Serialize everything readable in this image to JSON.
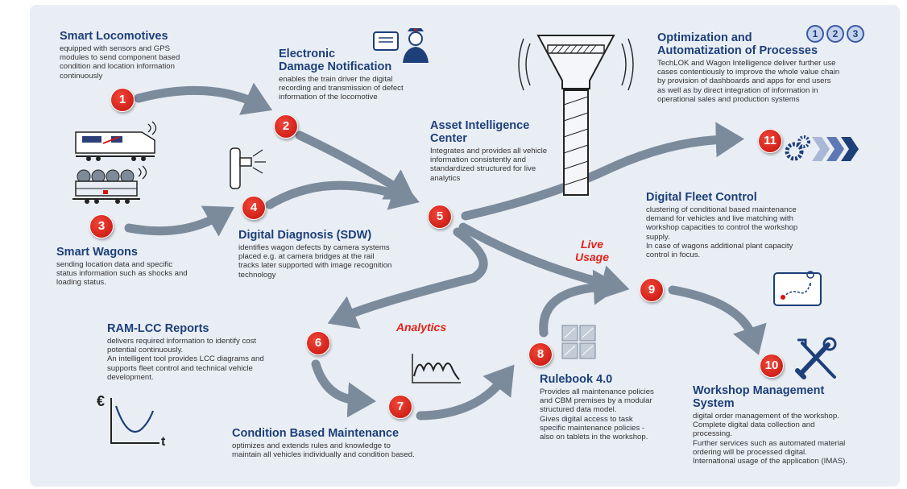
{
  "phases": [
    "1",
    "2",
    "3"
  ],
  "steps": [
    {
      "number": "1",
      "title": [
        "Smart Locomotives"
      ],
      "desc": [
        "equipped with sensors and GPS",
        "modules to send component based",
        "condition  and location information",
        "continuously"
      ]
    },
    {
      "number": "2",
      "title": [
        "Electronic",
        "Damage Notification"
      ],
      "desc": [
        "enables the train driver the digital",
        "recording and transmission of defect",
        "information of the locomotive"
      ]
    },
    {
      "number": "3",
      "title": [
        "Smart Wagons"
      ],
      "desc": [
        "sending location data and specific",
        "status information  such as shocks and",
        "loading status."
      ]
    },
    {
      "number": "4",
      "title": [
        "Digital Diagnosis (SDW)"
      ],
      "desc": [
        "identifies  wagon defects by camera systems",
        "placed e.g. at camera bridges at the rail",
        "tracks later supported with image recognition",
        "technology"
      ]
    },
    {
      "number": "5",
      "title": [
        "Asset Intelligence",
        "Center"
      ],
      "desc": [
        "Integrates and provides  all vehicle",
        "information consistently  and",
        "standardized structured for live",
        "analytics"
      ]
    },
    {
      "number": "6",
      "title": [
        "RAM-LCC Reports"
      ],
      "desc": [
        "delivers required information to identify cost",
        "potential continuously.",
        "An intelligent tool provides LCC diagrams and",
        "supports fleet control and technical vehicle",
        "development."
      ]
    },
    {
      "number": "7",
      "title": [
        "Condition Based Maintenance"
      ],
      "desc": [
        "optimizes and extends rules and knowledge to",
        "maintain all vehicles individually and condition based."
      ]
    },
    {
      "number": "8",
      "title": [
        "Rulebook 4.0"
      ],
      "desc": [
        "Provides  all maintenance policies",
        "and CBM premises by a modular",
        "structured  data model.",
        "Gives digital access to task",
        "specific maintenance policies -",
        "also on tablets in the workshop."
      ]
    },
    {
      "number": "9",
      "title": [
        "Digital Fleet Control"
      ],
      "desc": [
        "clustering of conditional based maintenance",
        "demand for vehicles  and live matching with",
        "workshop capacities to control the workshop",
        "supply.",
        "In case of wagons additional plant capacity",
        "control in focus."
      ]
    },
    {
      "number": "10",
      "title": [
        "Workshop Management",
        "System"
      ],
      "desc": [
        "digital order management of the workshop.",
        "Complete digital data collection and",
        "processing.",
        "Further services such as automated material",
        "ordering will be processed digital.",
        "International usage of the application (IMAS)."
      ]
    },
    {
      "number": "11",
      "title": [
        "Optimization and",
        "Automatization of Processes"
      ],
      "desc": [
        "TechLOK  and Wagon Intelligence  deliver further use",
        "cases contentiously to improve the whole value chain",
        "by provision  of dashboards and apps for end users",
        "as well as by direct integration of information in",
        "operational sales and production systems"
      ]
    }
  ],
  "highlights": {
    "live_usage": [
      "Live",
      "Usage"
    ],
    "analytics": "Analytics"
  },
  "chart_icon": {
    "euro": "€",
    "t": "t"
  },
  "colors": {
    "arrow": "#7c8b9c",
    "badge": "#d8140d",
    "title": "#1d3f7a",
    "highlight": "#e32219",
    "panel": "#e9eef4"
  },
  "icons": [
    "locomotive-icon",
    "driver-tablet-icon",
    "wagon-icon",
    "camera-icon",
    "funnel-icon",
    "gears-chevrons-icon",
    "tablet-map-icon",
    "tools-icon",
    "rulebook-cubes-icon",
    "waveform-icon",
    "lcc-curve-icon"
  ]
}
